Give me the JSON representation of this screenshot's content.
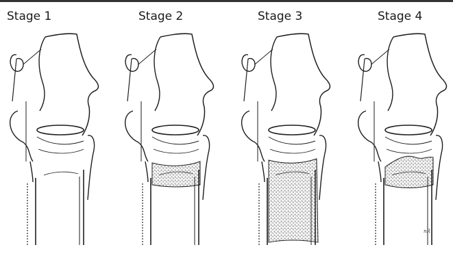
{
  "stages": [
    {
      "label": "Stage 1",
      "stenosis_level": 0
    },
    {
      "label": "Stage 2",
      "stenosis_level": 1
    },
    {
      "label": "Stage 3",
      "stenosis_level": 3
    },
    {
      "label": "Stage 4",
      "stenosis_level": 2
    }
  ],
  "signature": "nR",
  "colors": {
    "line": "#1e1e1e",
    "rule": "#333333",
    "hatch": "#555555"
  }
}
